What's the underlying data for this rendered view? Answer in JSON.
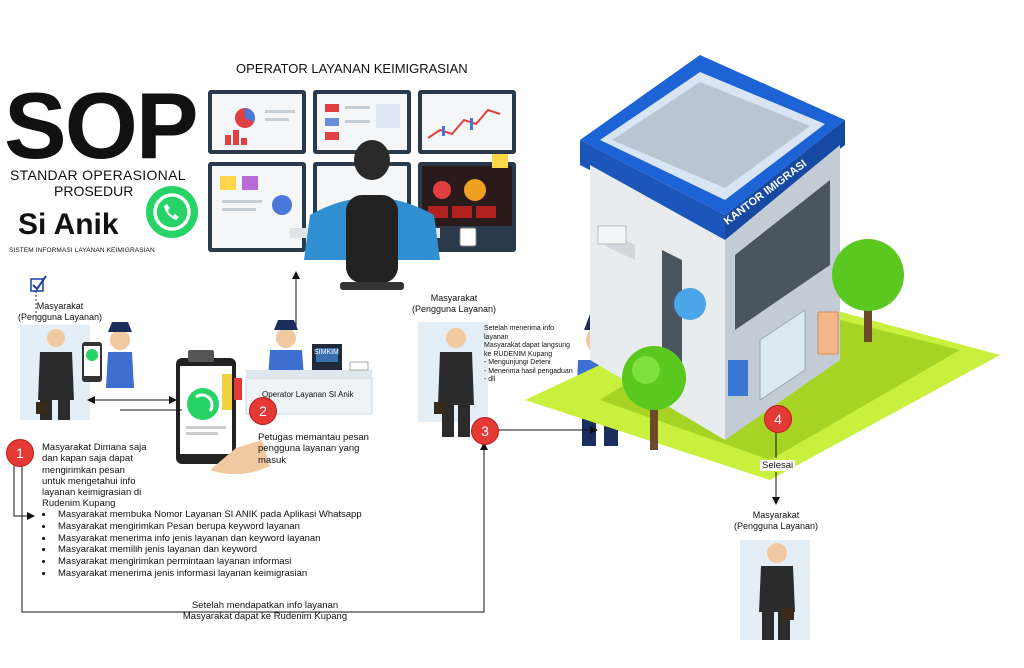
{
  "header": {
    "sop": "SOP",
    "sop_line1": "STANDAR OPERASIONAL",
    "sop_line2": "PROSEDUR",
    "brand": "Si Anik",
    "brand_sub": "SISTEM INFORMASI LAYANAN KEIMIGRASIAN",
    "operator_title": "OPERATOR LAYANAN KEIMIGRASIAN"
  },
  "labels": {
    "citizen_1_line1": "Masyarakat",
    "citizen_1_line2": "(Pengguna Layanan)",
    "citizen_3_line1": "Masyarakat",
    "citizen_3_line2": "(Pengguna Layanan)",
    "citizen_4_line1": "Masyarakat",
    "citizen_4_line2": "(Pengguna Layanan)",
    "desk_sign": "SIMKIM",
    "desk_label": "Operator Layanan SI Anik",
    "building_sign": "KANTOR IMIGRASI",
    "selesai": "Selesai"
  },
  "steps": {
    "badge_1": "1",
    "badge_2": "2",
    "badge_3": "3",
    "badge_4": "4",
    "step1_text": [
      "Masyarakat Dimana saja",
      "dan kapan saja dapat",
      "mengirimkan pesan",
      "untuk mengetahui info",
      "layanan keimigrasian di",
      "Rudenim Kupang"
    ],
    "step2_text": [
      "Petugas memantau pesan",
      "pengguna layanan yang",
      "masuk"
    ],
    "step3_text": [
      "Setelah menerima info",
      "layanan",
      "Masyarakat dapat langsung",
      "ke RUDENIM Kupang",
      "- Mengunjungi Deteni",
      "- Menerima hasil pengaduan",
      "- dll"
    ],
    "bullets": [
      "Masyarakat membuka Nomor Layanan SI ANIK pada Aplikasi Whatsapp",
      "Masyarakat mengirimkan  Pesan berupa keyword layanan",
      "Masyarakat menerima info jenis layanan dan keyword layanan",
      "Masyarakat memilih jenis layanan dan keyword",
      "Masyarakat mengirimkan permintaan layanan informasi",
      "Masyarakat menerima jenis informasi layanan keimigrasian"
    ],
    "bottom_note": [
      "Setelah mendapatkan info layanan",
      "Masyarakat dapat ke Rudenim Kupang"
    ]
  },
  "colors": {
    "badge": "#e53935",
    "whatsapp": "#25d366",
    "building_roof": "#1e63d6",
    "grass": "#c8f03c",
    "monitor": "#2b3a4a"
  },
  "icons": [
    "whatsapp-icon",
    "checkbox-icon",
    "person-icon",
    "officer-icon",
    "monitor-icon",
    "building-icon",
    "tree-icon",
    "phone-icon"
  ]
}
